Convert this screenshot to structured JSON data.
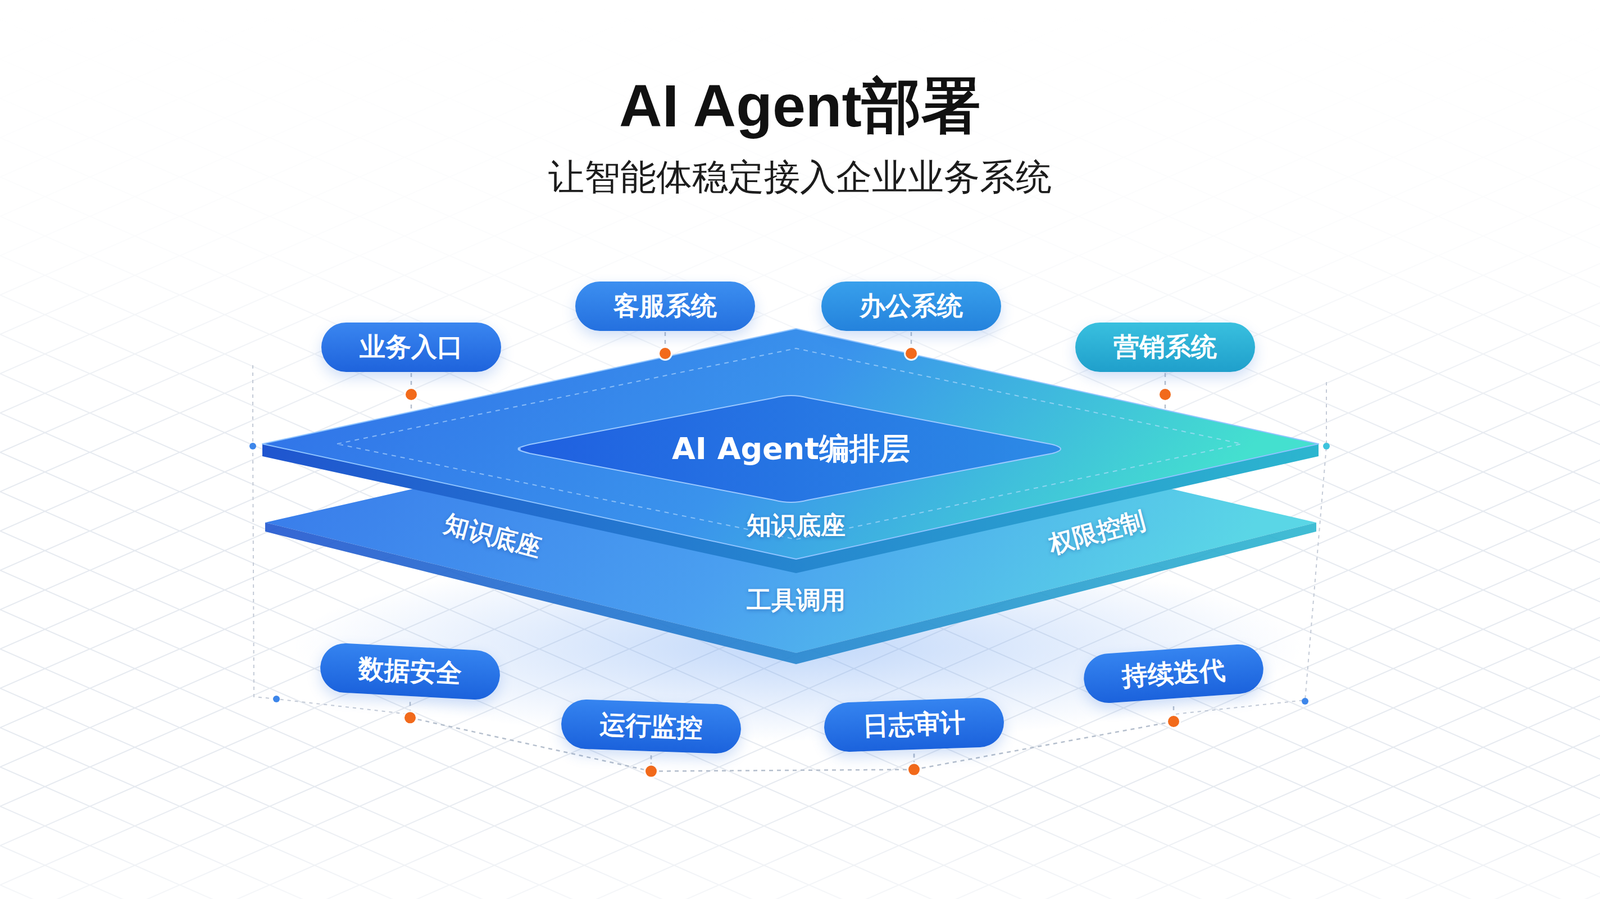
{
  "diagram": {
    "title": "AI Agent部署",
    "nodes": [
      {
        "text": [
          "业务入口"
        ]
      },
      {
        "text": [
          "客服系统"
        ]
      },
      {
        "text": [
          "办公系统"
        ]
      },
      {
        "text": [
          "营销系统"
        ]
      },
      {
        "text": [
          "知识底座",
          "知识底座",
          "权限控制",
          "工具调用"
        ]
      },
      {
        "text": [
          "AI Agent编排层"
        ],
        "in": 4
      },
      {
        "text": [
          "数据安全"
        ]
      },
      {
        "text": [
          "运行监控"
        ]
      },
      {
        "text": [
          "日志审计"
        ]
      },
      {
        "text": [
          "持续迭代"
        ]
      }
    ],
    "edges": [
      {
        "from": 0,
        "to": 4,
        "arrow": "none"
      },
      {
        "from": 1,
        "to": 4,
        "arrow": "none"
      },
      {
        "from": 2,
        "to": 4,
        "arrow": "none"
      },
      {
        "from": 3,
        "to": 4,
        "arrow": "none"
      },
      {
        "from": 6,
        "to": 7,
        "arrow": "none"
      },
      {
        "from": 7,
        "to": 8,
        "arrow": "none"
      },
      {
        "from": 8,
        "to": 9,
        "arrow": "none"
      }
    ],
    "labels": [
      "让智能体稳定接入企业业务系统"
    ]
  }
}
